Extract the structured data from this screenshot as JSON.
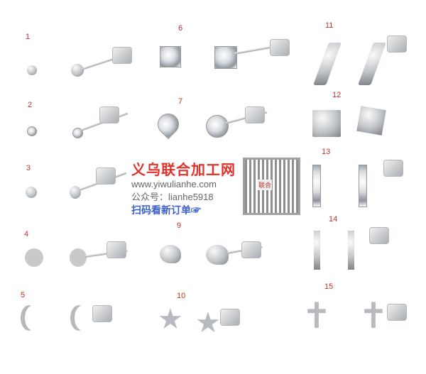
{
  "item_numbers": [
    "1",
    "2",
    "3",
    "4",
    "5",
    "6",
    "7",
    "9",
    "10",
    "11",
    "12",
    "13",
    "14",
    "15"
  ],
  "watermark": {
    "title": "义乌联合加工网",
    "url": "www.yiwulianhe.com",
    "account": "公众号：lianhe5918",
    "scan": "扫码看新订单☞",
    "qr_label": "联合"
  }
}
